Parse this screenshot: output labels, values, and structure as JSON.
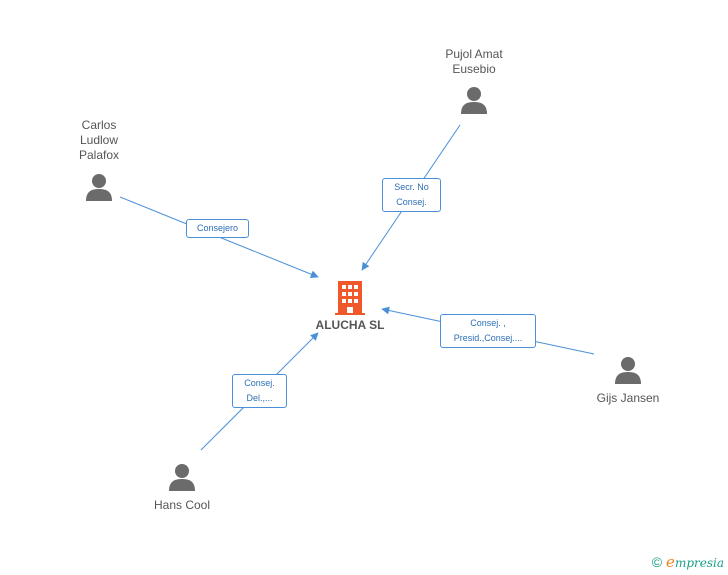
{
  "company": {
    "name": "ALUCHA SL",
    "icon": "building-icon",
    "color": "#f0582b"
  },
  "people": [
    {
      "id": "pujol",
      "name": "Pujol Amat\nEusebio",
      "icon": "person-icon"
    },
    {
      "id": "carlos",
      "name": "Carlos\nLudlow\nPalafox",
      "icon": "person-icon"
    },
    {
      "id": "gijs",
      "name": "Gijs Jansen",
      "icon": "person-icon"
    },
    {
      "id": "hans",
      "name": "Hans Cool",
      "icon": "person-icon"
    }
  ],
  "relations": [
    {
      "from": "pujol",
      "lines": [
        "Secr.  No",
        "Consej."
      ]
    },
    {
      "from": "carlos",
      "lines": [
        "Consejero"
      ]
    },
    {
      "from": "gijs",
      "lines": [
        "Consej. ,",
        "Presid.,Consej...."
      ]
    },
    {
      "from": "hans",
      "lines": [
        "Consej.",
        "Del.,..."
      ]
    }
  ],
  "colors": {
    "edge": "#4a90d9",
    "person": "#6b6b6b",
    "text": "#555555"
  },
  "brand": {
    "copyright": "©",
    "logo_first": "e",
    "logo_rest": "mpresia"
  }
}
